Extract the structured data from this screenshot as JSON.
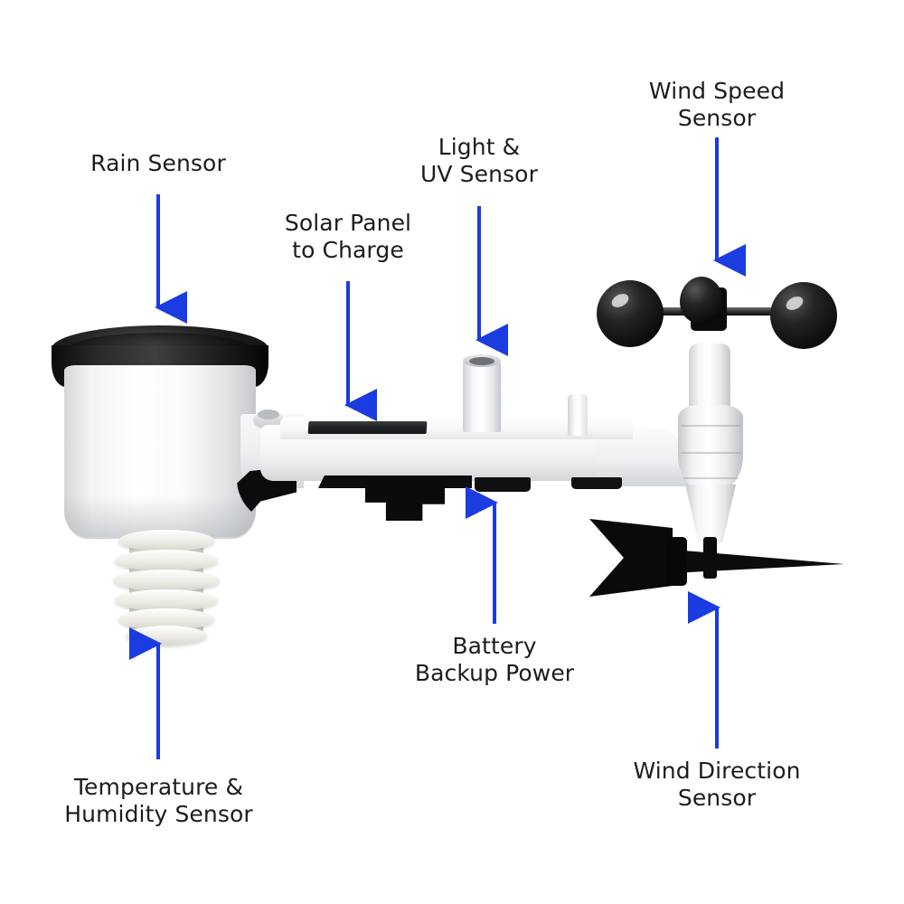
{
  "diagram": {
    "title": "Weather Station Sensor Callout Diagram",
    "background_color": "#ffffff",
    "arrow_color": "#1a3ce0",
    "label_color": "#1c1c1c"
  },
  "labels": [
    {
      "id": "rain-sensor",
      "text": "Rain Sensor",
      "direction": "down"
    },
    {
      "id": "solar-panel",
      "text": "Solar Panel\nto Charge",
      "direction": "down"
    },
    {
      "id": "light-uv-sensor",
      "text": "Light &\nUV Sensor",
      "direction": "down"
    },
    {
      "id": "wind-speed-sensor",
      "text": "Wind Speed\nSensor",
      "direction": "down"
    },
    {
      "id": "battery-backup-power",
      "text": "Battery\nBackup Power",
      "direction": "up"
    },
    {
      "id": "temperature-humidity",
      "text": "Temperature &\nHumidity Sensor",
      "direction": "up"
    },
    {
      "id": "wind-direction-sensor",
      "text": "Wind Direction\nSensor",
      "direction": "up"
    }
  ],
  "device": {
    "name": "outdoor weather station sensor array",
    "parts": [
      "rain-collector-funnel",
      "radiation-shield",
      "solar-panel-strip",
      "uv-light-sensor-tube",
      "battery-compartment",
      "anemometer-cups",
      "wind-vane"
    ]
  }
}
